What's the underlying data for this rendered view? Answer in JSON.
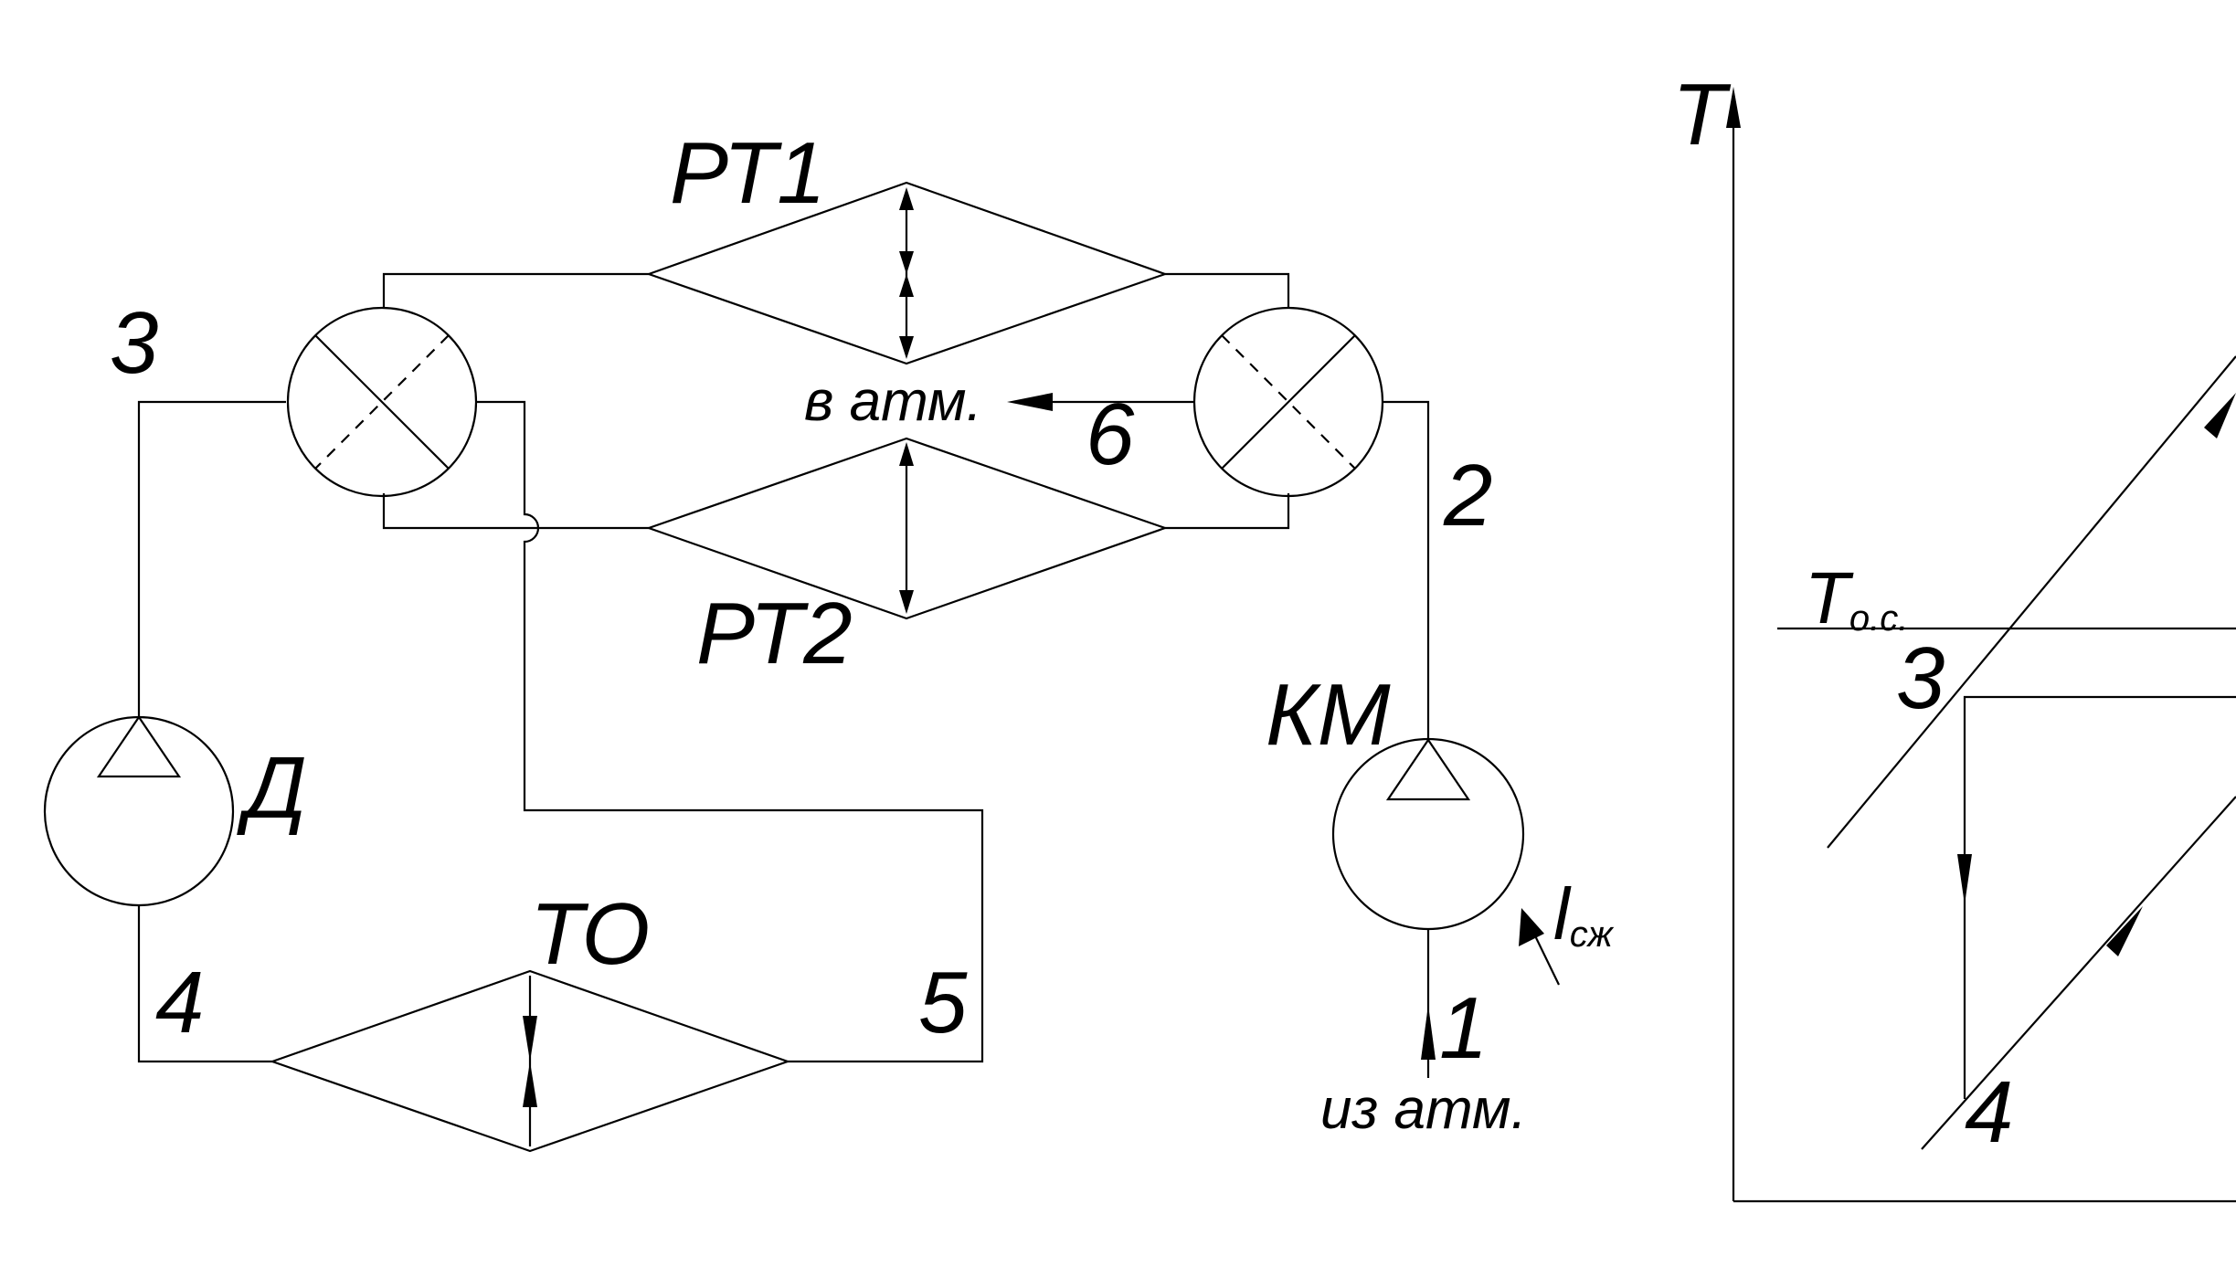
{
  "scheme": {
    "labels": {
      "rt1": "РТ1",
      "rt2": "РТ2",
      "to": "ТО",
      "km": "КМ",
      "d": "Д",
      "to_atm": "в атм.",
      "from_atm": "из атм.",
      "l_main": "l",
      "l_sub": "сж"
    },
    "points": {
      "p1": "1",
      "p2": "2",
      "p3": "3",
      "p4": "4",
      "p5": "5",
      "p6": "6"
    }
  },
  "ts_diagram": {
    "axis_t": "T",
    "t_env_main": "T",
    "t_env_sub": "о.с.",
    "p3": "3",
    "p4": "4"
  },
  "colors": {
    "line": "#000000",
    "background": "#ffffff"
  }
}
